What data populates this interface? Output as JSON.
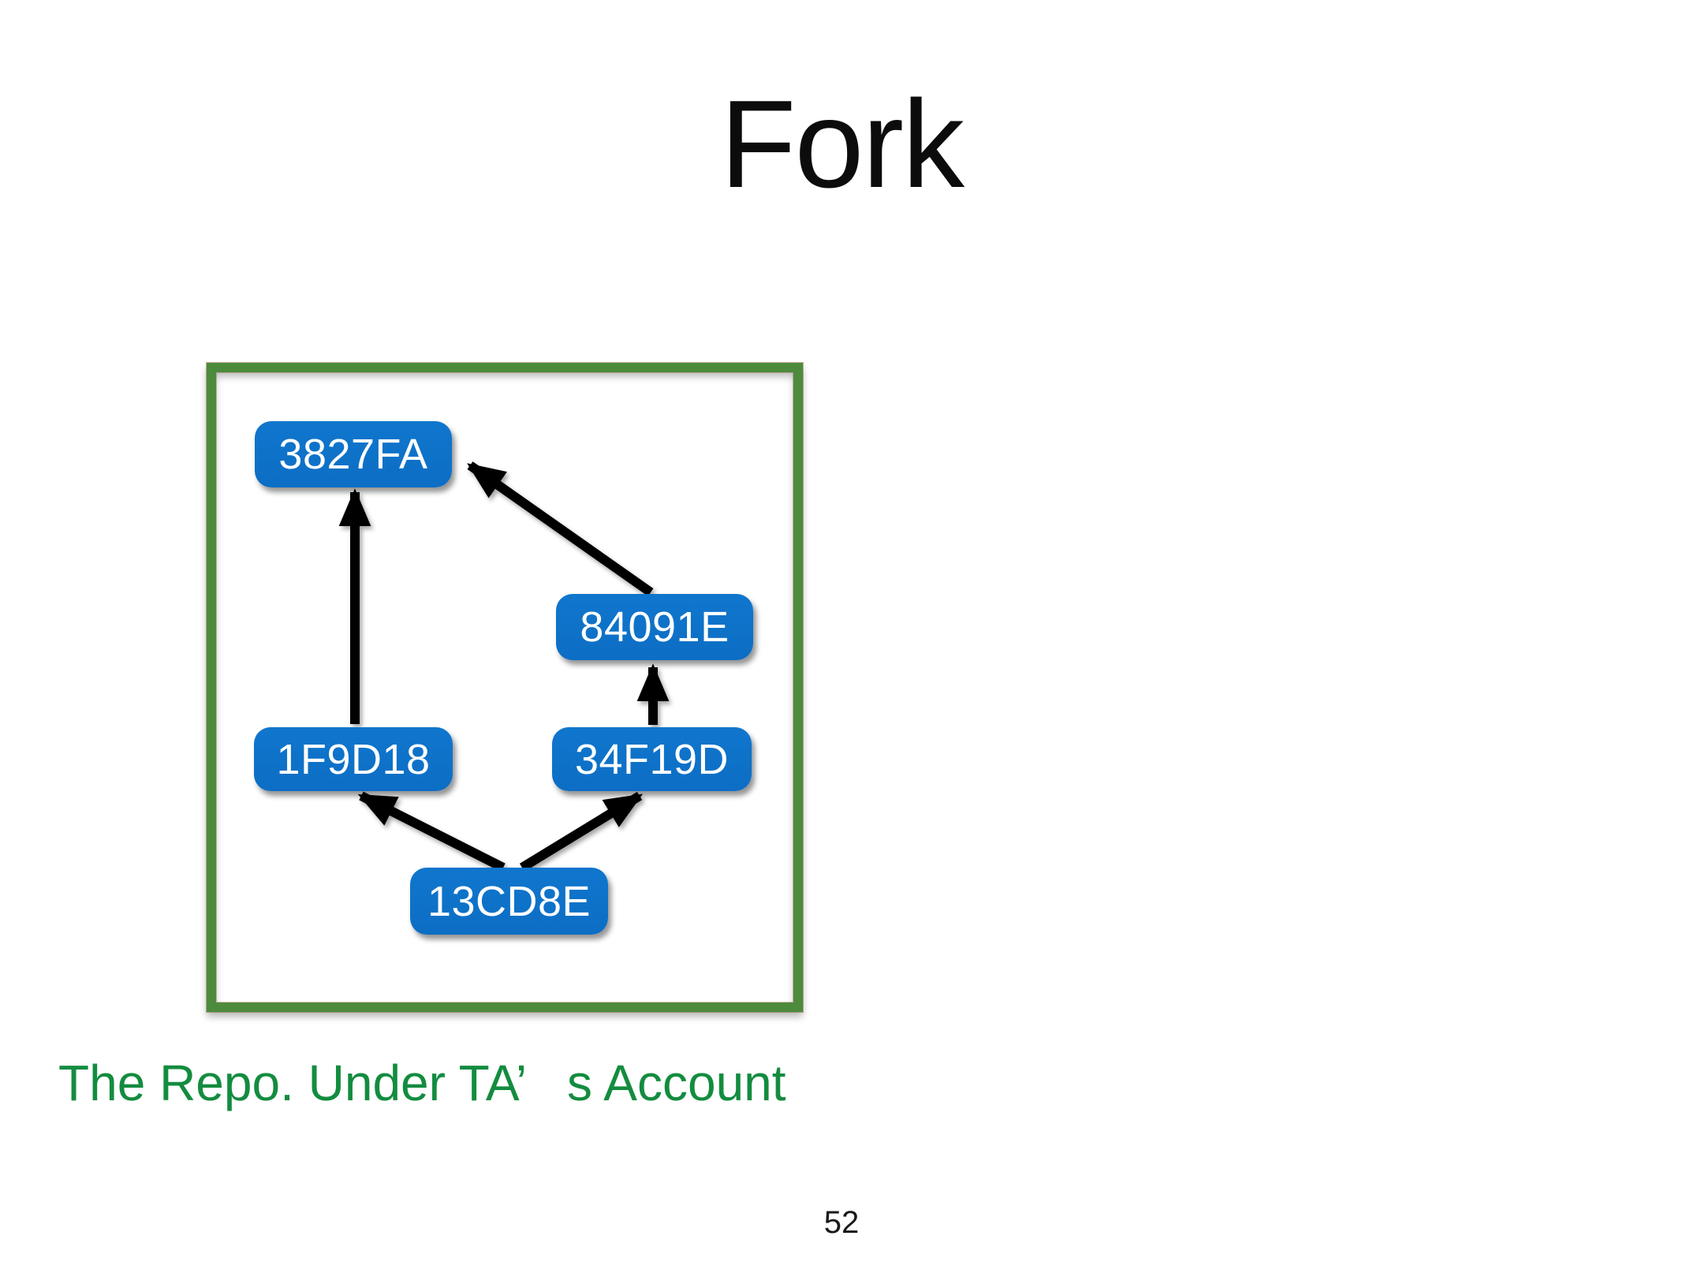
{
  "slide": {
    "title": "Fork",
    "page_number": "52"
  },
  "diagram": {
    "caption": "The Repo. Under TA’   s Account",
    "nodes": [
      {
        "id": "3827FA",
        "label": "3827FA"
      },
      {
        "id": "84091E",
        "label": "84091E"
      },
      {
        "id": "1F9D18",
        "label": "1F9D18"
      },
      {
        "id": "34F19D",
        "label": "34F19D"
      },
      {
        "id": "13CD8E",
        "label": "13CD8E"
      }
    ],
    "edges": [
      {
        "from": "1F9D18",
        "to": "3827FA"
      },
      {
        "from": "84091E",
        "to": "3827FA"
      },
      {
        "from": "34F19D",
        "to": "84091E"
      },
      {
        "from": "13CD8E",
        "to": "1F9D18"
      },
      {
        "from": "13CD8E",
        "to": "34F19D"
      }
    ],
    "colors": {
      "node_fill": "#0E71C8",
      "node_text": "#FFFFFF",
      "frame_border": "#4D8B3C",
      "caption_text": "#138C3F",
      "arrow": "#000000"
    }
  }
}
